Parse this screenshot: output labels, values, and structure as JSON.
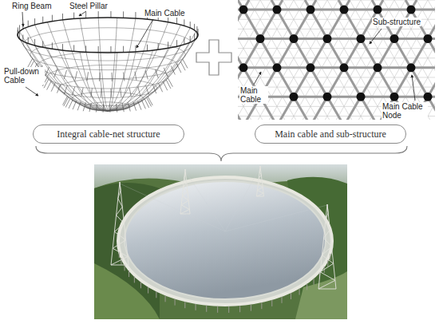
{
  "diagram": {
    "nodes": [
      {
        "text": [
          "Integral cable-net structure"
        ]
      },
      {
        "text": [
          "Main cable and sub-structure"
        ]
      }
    ],
    "labels": [
      "Ring Beam",
      "Steel Pillar",
      "Main Cable",
      "Pull-down Cable",
      "Sub-structure",
      "Main Cable",
      "Main Cable Node"
    ]
  }
}
